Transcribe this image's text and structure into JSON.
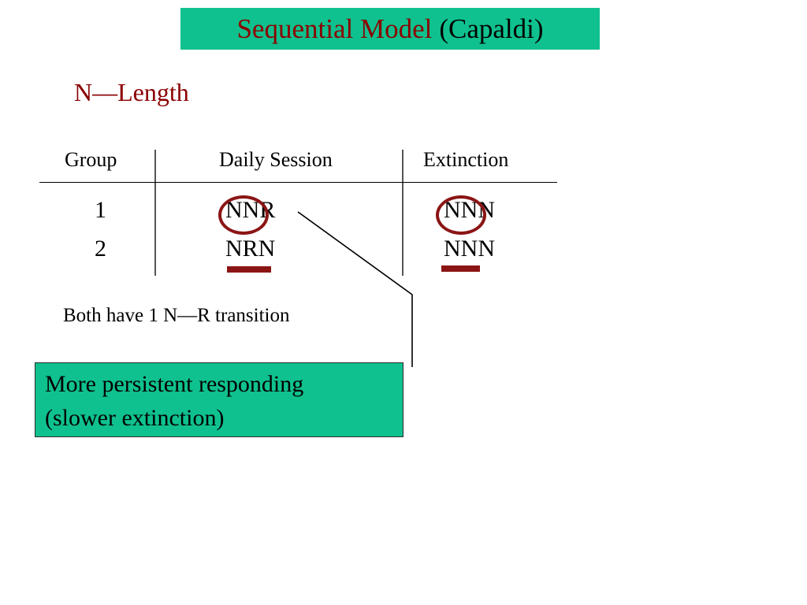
{
  "slide": {
    "title": {
      "main": "Sequential Model",
      "sub": "(Capaldi)",
      "main_color": "#8B0000",
      "sub_color": "#000000",
      "background": "#0FC18E"
    },
    "subheading": {
      "text": "N—Length",
      "color": "#8B0000"
    }
  },
  "table": {
    "headers": {
      "group": "Group",
      "session": "Daily Session",
      "extinction": "Extinction"
    },
    "rows": [
      {
        "group": "1",
        "session": "NNR",
        "extinction": "NNN"
      },
      {
        "group": "2",
        "session": "NRN",
        "extinction": "NNN"
      }
    ]
  },
  "annotations": {
    "circle_color": "#8B1515",
    "bar_color": "#8B1515",
    "circle_session_label": "circled-NN-in-NNR",
    "circle_extinction_label": "circled-NN-in-NNN",
    "bar_session_label": "underlined-NR-in-NRN",
    "bar_extinction_label": "underlined-NN-in-NNN"
  },
  "note": {
    "text": "Both have 1 N—R transition"
  },
  "callout": {
    "line1": "More persistent responding",
    "line2": "(slower extinction)",
    "background": "#0FC18E",
    "border": "#2b2b2b"
  },
  "connector": {
    "label": "leader-line-from-NNR-to-callout",
    "color": "#000000"
  }
}
